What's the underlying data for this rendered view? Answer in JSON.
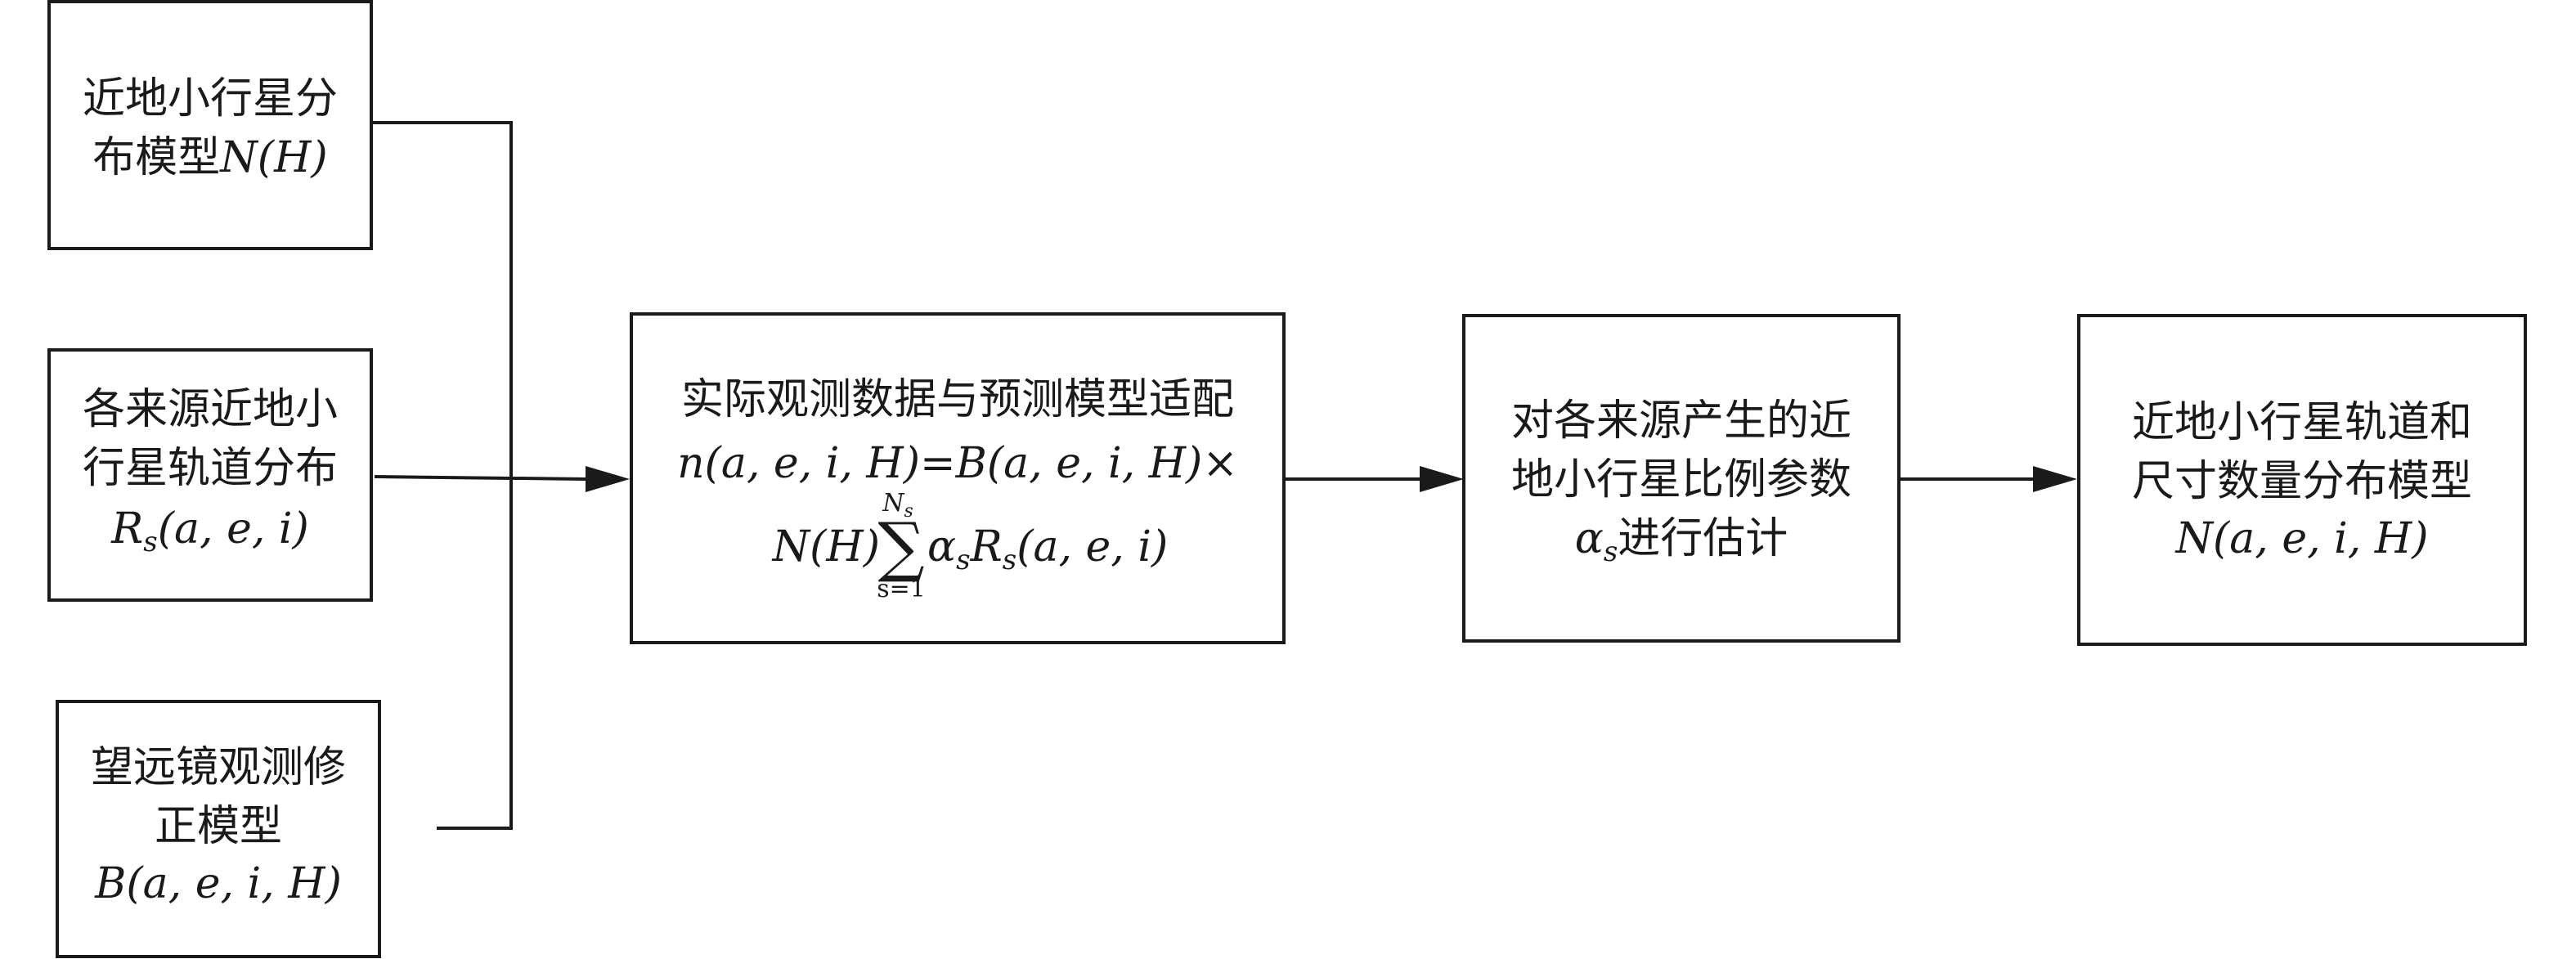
{
  "nodes": {
    "neo_distribution": {
      "line1": "近地小行星分",
      "line2_text": "布模型",
      "line2_expr": "N(H)"
    },
    "source_orbits": {
      "line1": "各来源近地小",
      "line2": "行星轨道分布",
      "expr_R": "R",
      "expr_sub": "s",
      "expr_args": "(a, e, i)"
    },
    "telescope_model": {
      "line1": "望远镜观测修",
      "line2": "正模型",
      "expr": "B(a, e, i, H)"
    },
    "fitting": {
      "title": "实际观测数据与预测模型适配",
      "eq_line1": "n(a, e, i, H)=B(a, e, i, H)×",
      "eq_prefix": "N(H)",
      "sum_symbol": "∑",
      "sum_upper": "N",
      "sum_upper_sub": "s",
      "sum_lower": "s=1",
      "alpha": "α",
      "alpha_sub": "s",
      "r": "R",
      "r_sub": "s",
      "eq_suffix": "(a, e, i)"
    },
    "estimation": {
      "line1": "对各来源产生的近",
      "line2": "地小行星比例参数",
      "alpha": "α",
      "alpha_sub": "s",
      "line3_rest": "进行估计"
    },
    "final_model": {
      "line1": "近地小行星轨道和",
      "line2": "尺寸数量分布模型",
      "expr": "N(a, e, i, H)"
    }
  },
  "edges": [
    {
      "from": "neo_distribution",
      "to": "fitting"
    },
    {
      "from": "source_orbits",
      "to": "fitting"
    },
    {
      "from": "telescope_model",
      "to": "fitting"
    },
    {
      "from": "fitting",
      "to": "estimation"
    },
    {
      "from": "estimation",
      "to": "final_model"
    }
  ]
}
